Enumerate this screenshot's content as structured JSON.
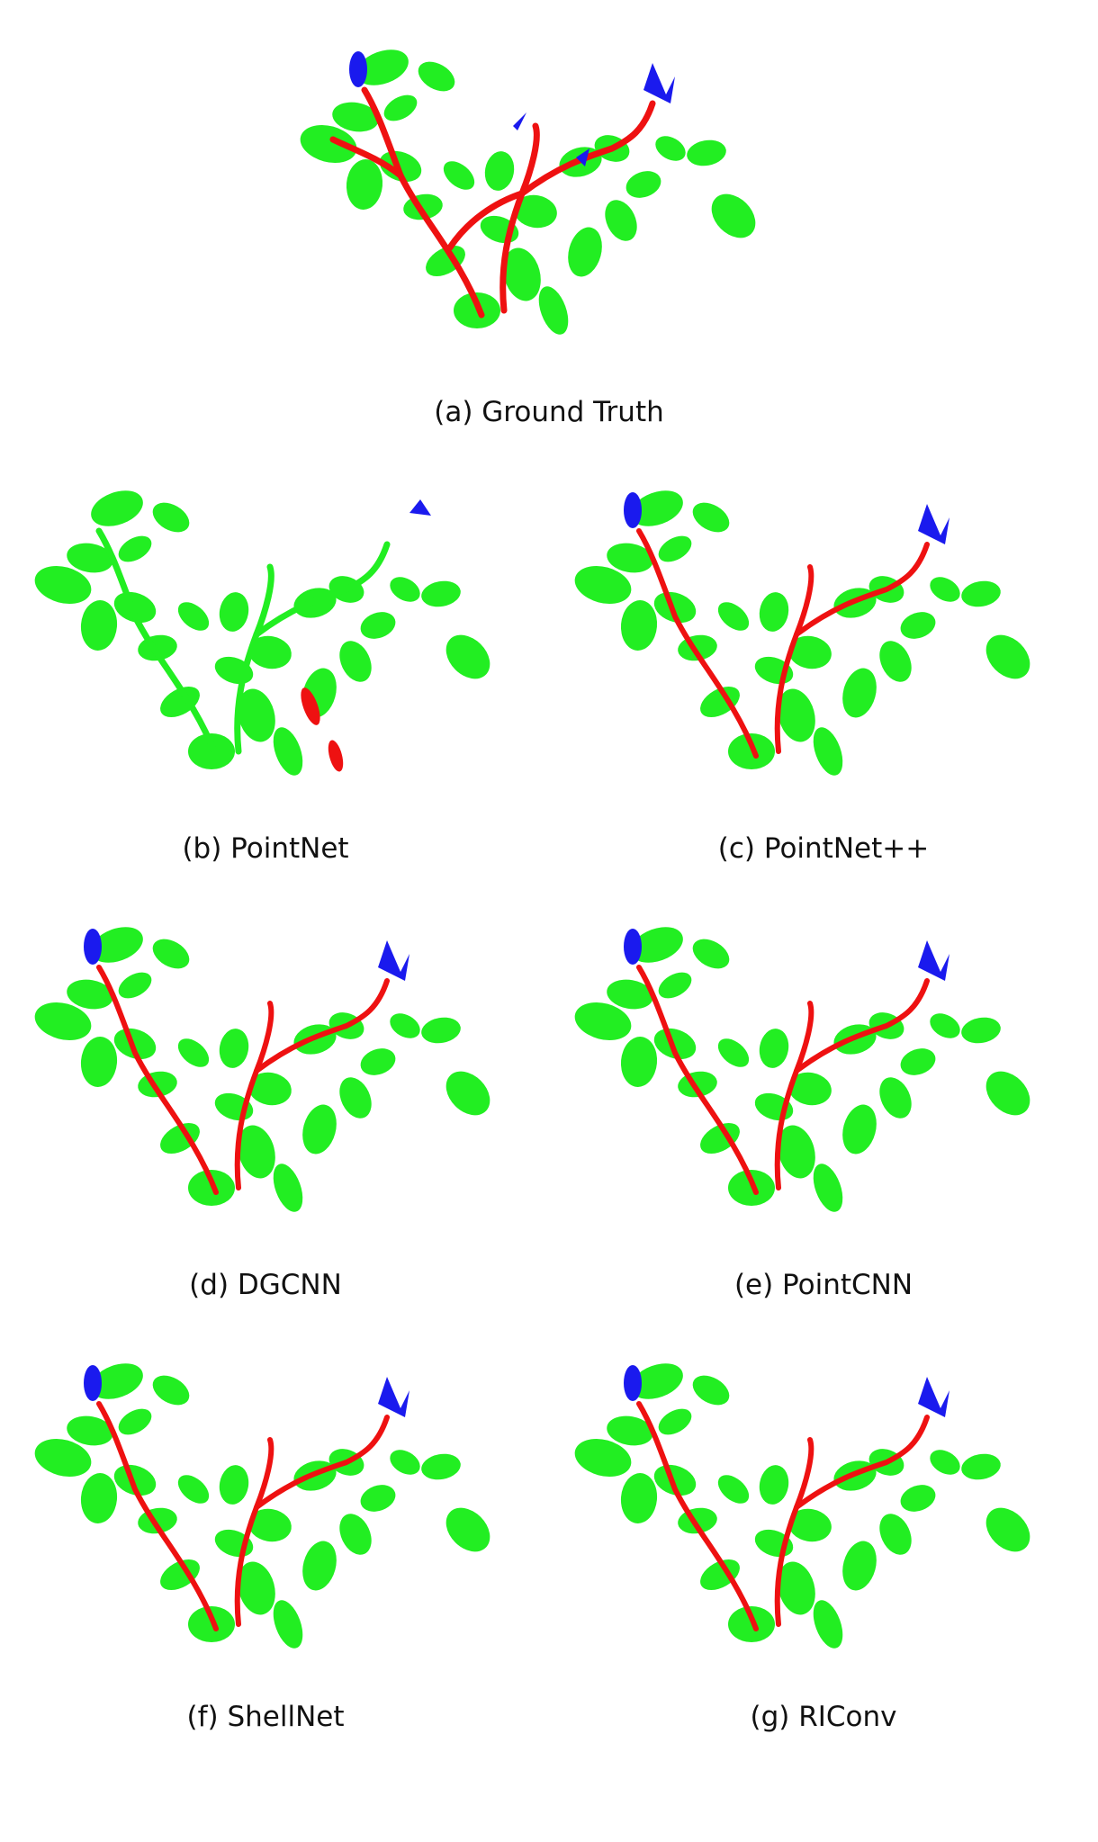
{
  "colors": {
    "leaf": "#22ee22",
    "stem": "#ee1111",
    "flower": "#1a1aee"
  },
  "panels": [
    {
      "id": "a",
      "caption": "(a) Ground Truth",
      "prediction": "ground-truth"
    },
    {
      "id": "b",
      "caption": "(b) PointNet",
      "prediction": "mostly-leaf"
    },
    {
      "id": "c",
      "caption": "(c) PointNet++",
      "prediction": "near-correct"
    },
    {
      "id": "d",
      "caption": "(d) DGCNN",
      "prediction": "near-correct"
    },
    {
      "id": "e",
      "caption": "(e) PointCNN",
      "prediction": "near-correct"
    },
    {
      "id": "f",
      "caption": "(f) ShellNet",
      "prediction": "near-correct"
    },
    {
      "id": "g",
      "caption": "(g) RIConv",
      "prediction": "near-correct"
    }
  ]
}
